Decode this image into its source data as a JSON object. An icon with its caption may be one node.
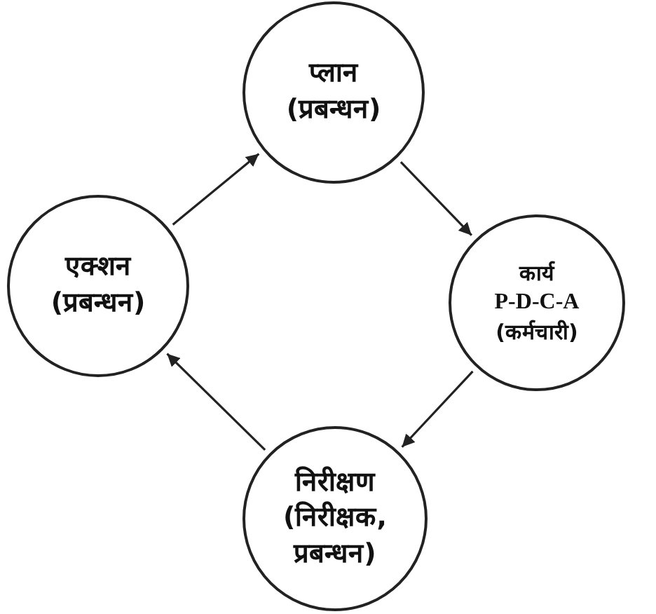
{
  "diagram": {
    "nodes": [
      {
        "text": [
          "प्लान",
          "(प्रबन्धन)"
        ]
      },
      {
        "text": [
          "कार्य",
          "P-D-C-A",
          "(कर्मचारी)"
        ]
      },
      {
        "text": [
          "निरीक्षण",
          "(निरीक्षक, प्रबन्धन)"
        ]
      },
      {
        "text": [
          "एक्शन",
          "(प्रबन्धन)"
        ]
      }
    ],
    "edges": [
      {
        "from": 3,
        "to": 0,
        "arrow": "to"
      },
      {
        "from": 0,
        "to": 1,
        "arrow": "to"
      },
      {
        "from": 1,
        "to": 2,
        "arrow": "to"
      },
      {
        "from": 2,
        "to": 3,
        "arrow": "to"
      }
    ]
  }
}
